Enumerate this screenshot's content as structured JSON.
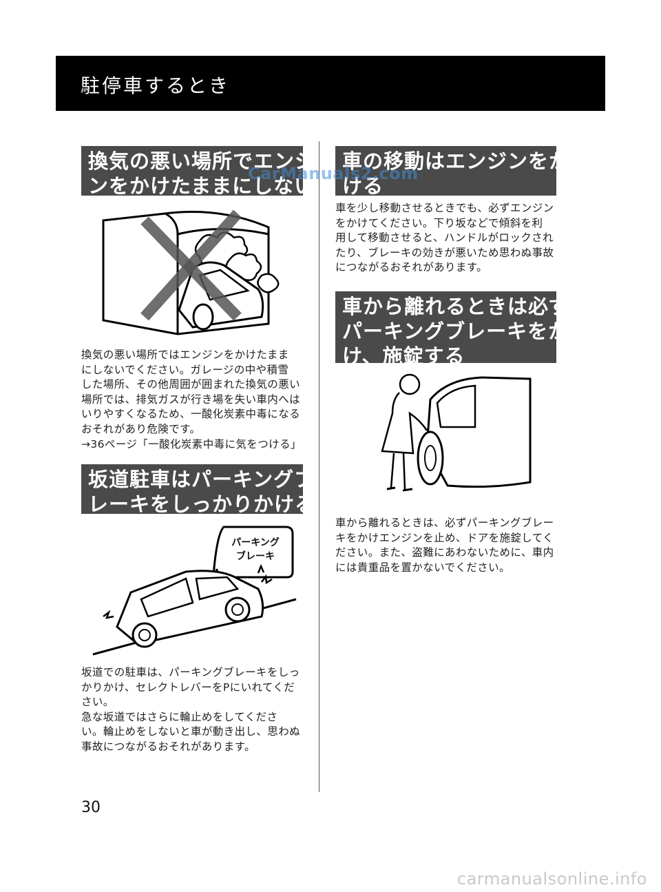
{
  "header": {
    "title": "駐停車するとき"
  },
  "left": {
    "section1": {
      "heading": [
        "換気の悪い場所でエンジ",
        "ンをかけたままにしない"
      ],
      "body": [
        "換気の悪い場所ではエンジンをかけたまま",
        "にしないでください。ガレージの中や積雪",
        "した場所、その他周囲が囲まれた換気の悪い",
        "場所では、排気ガスが行き場を失い車内へは",
        "いりやすくなるため、一酸化炭素中毒になる",
        "おそれがあり危険です。",
        "→36ページ「一酸化炭素中毒に気をつける」"
      ]
    },
    "section2": {
      "heading": [
        "坂道駐車はパーキングブ",
        "レーキをしっかりかける"
      ],
      "callout": [
        "パーキング",
        "ブレーキ"
      ],
      "body": [
        "坂道での駐車は、パーキングブレーキをしっ",
        "かりかけ、セレクトレバーをPにいれてくだ",
        "さい。",
        "急な坂道ではさらに輪止めをしてくださ",
        "い。輪止めをしないと車が動き出し、思わぬ",
        "事故につながるおそれがあります。"
      ]
    }
  },
  "right": {
    "section3": {
      "heading": [
        "車の移動はエンジンをか",
        "ける"
      ],
      "body": [
        "車を少し移動させるときでも、必ずエンジン",
        "をかけてください。下り坂などで傾斜を利",
        "用して移動させると、ハンドルがロックされ",
        "たり、ブレーキの効きが悪いため思わぬ事故",
        "につながるおそれがあります。"
      ]
    },
    "section4": {
      "heading": [
        "車から離れるときは必ず",
        "パーキングブレーキをか",
        "け、施錠する"
      ],
      "body": [
        "車から離れるときは、必ずパーキングブレー",
        "キをかけエンジンを止め、ドアを施錠してく",
        "ださい。また、盗難にあわないために、車内",
        "には貴重品を置かないでください。"
      ]
    }
  },
  "page_number": "30",
  "watermarks": {
    "top": "CarManuals2.com",
    "bottom": "carmanualsonline.info"
  },
  "colors": {
    "header_bg": "#000000",
    "section_bg": "#4a4a4a",
    "cross": "#555555"
  }
}
